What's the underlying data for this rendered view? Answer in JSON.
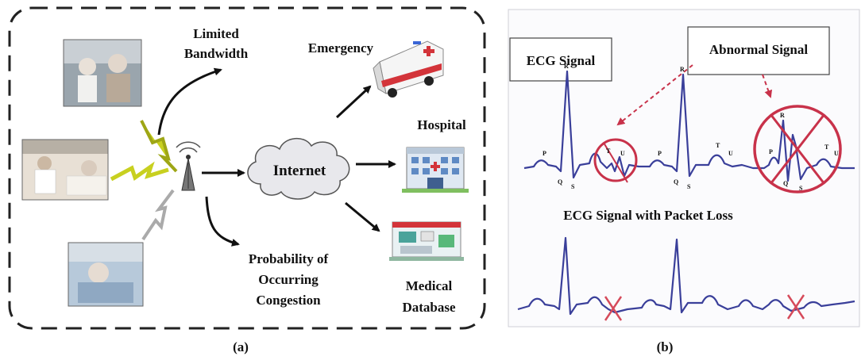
{
  "panel_a": {
    "caption": "(a)",
    "labels": {
      "limited_bandwidth": [
        "Limited",
        "Bandwidth"
      ],
      "emergency": "Emergency",
      "hospital": "Hospital",
      "internet": "Internet",
      "probability": [
        "Probability of",
        "Occurring",
        "Congestion"
      ],
      "medical_database": [
        "Medical",
        "Database"
      ]
    }
  },
  "panel_b": {
    "caption": "(b)",
    "labels": {
      "ecg_signal": "ECG Signal",
      "abnormal_signal": "Abnormal Signal",
      "ecg_packet_loss": "ECG Signal with Packet Loss"
    },
    "wave_letters": {
      "p": "P",
      "q": "Q",
      "r": "R",
      "s": "S",
      "t": "T",
      "u": "U"
    }
  },
  "colors": {
    "trace": "#3a3f9a",
    "highlight": "#c8324a",
    "arrow": "#111111",
    "zigzag_yellow": "#c8d020",
    "zigzag_gray": "#aaaaaa",
    "cloud_fill": "#e8e8ec"
  },
  "icons": {
    "tower": "antenna-tower-icon",
    "cloud": "cloud-icon",
    "ambulance": "ambulance-icon",
    "hospital": "hospital-building-icon",
    "database": "medical-database-icon"
  }
}
